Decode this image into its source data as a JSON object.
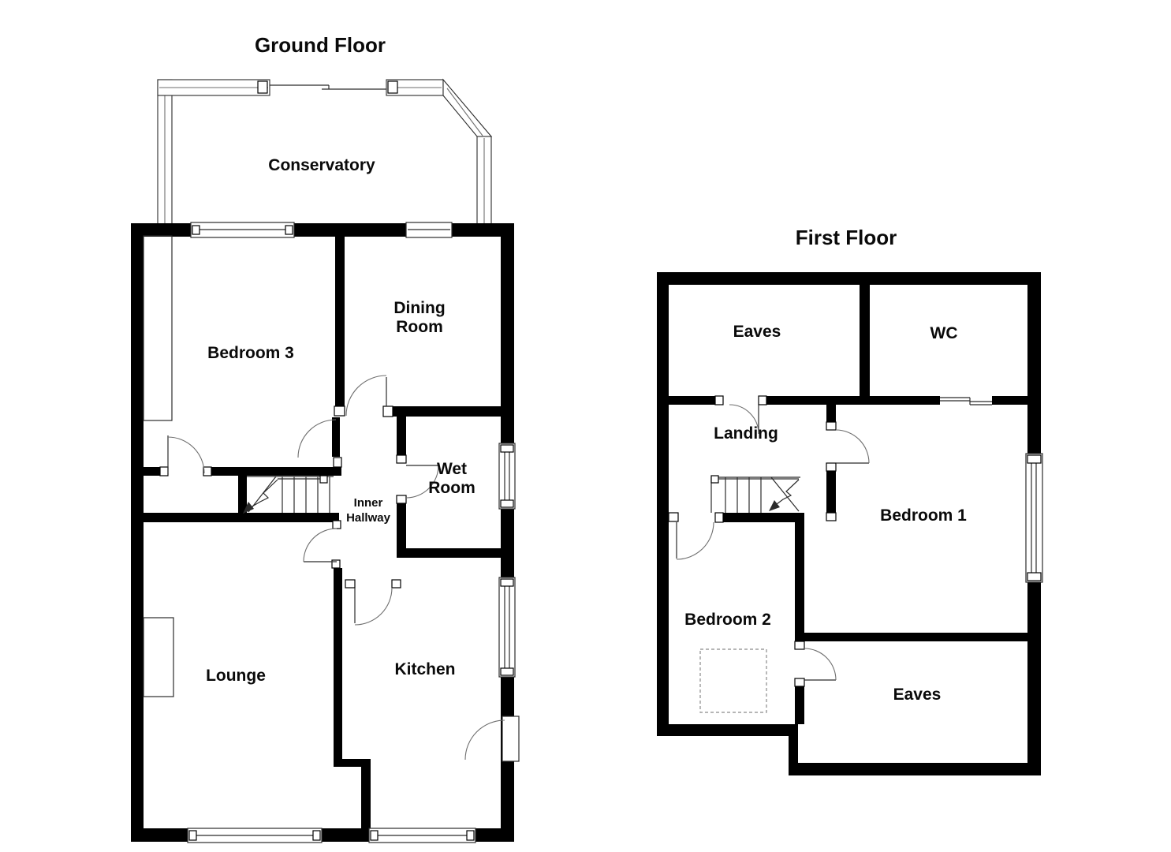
{
  "page": {
    "background": "#ffffff",
    "wall_color": "#000000",
    "line_color": "#2b2b2b"
  },
  "floors": [
    {
      "title": "Ground Floor",
      "rooms": [
        {
          "key": "conservatory",
          "label": "Conservatory"
        },
        {
          "key": "bedroom-3",
          "label": "Bedroom 3"
        },
        {
          "key": "dining-room",
          "label": "Dining",
          "label2": "Room"
        },
        {
          "key": "wet-room",
          "label": "Wet",
          "label2": "Room"
        },
        {
          "key": "inner-hallway",
          "label": "Inner",
          "label2": "Hallway"
        },
        {
          "key": "lounge",
          "label": "Lounge"
        },
        {
          "key": "kitchen",
          "label": "Kitchen"
        }
      ]
    },
    {
      "title": "First Floor",
      "rooms": [
        {
          "key": "eaves-front",
          "label": "Eaves"
        },
        {
          "key": "wc",
          "label": "WC"
        },
        {
          "key": "landing",
          "label": "Landing"
        },
        {
          "key": "bedroom-1",
          "label": "Bedroom 1"
        },
        {
          "key": "bedroom-2",
          "label": "Bedroom 2"
        },
        {
          "key": "eaves-rear",
          "label": "Eaves"
        }
      ]
    }
  ]
}
